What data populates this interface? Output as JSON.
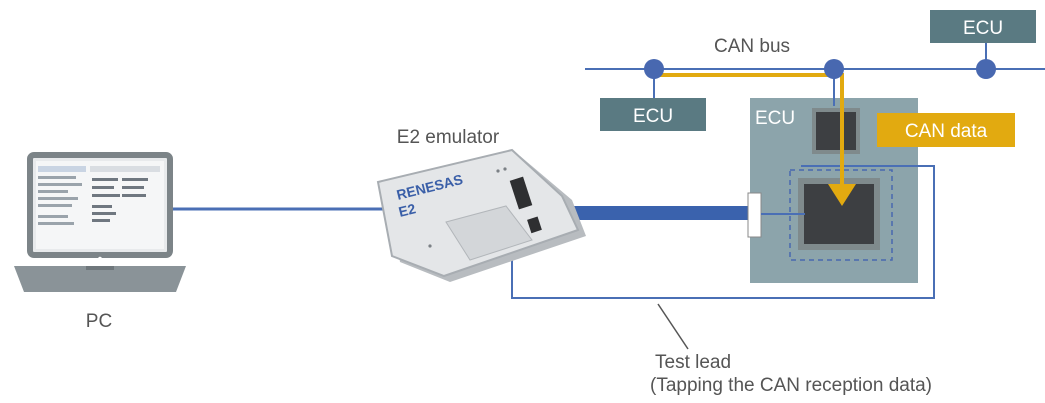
{
  "labels": {
    "can_bus": "CAN bus",
    "e2_emulator": "E2 emulator",
    "pc": "PC",
    "ecu_top_right": "ECU",
    "ecu_left": "ECU",
    "ecu_target": "ECU",
    "can_data": "CAN data",
    "test_lead_line1": "Test lead",
    "test_lead_line2": "(Tapping the CAN reception data)"
  },
  "emulator": {
    "brand": "RENESAS",
    "model": "E2"
  },
  "colors": {
    "bus_blue": "#4a6fb5",
    "node_blue": "#4868b0",
    "ecu_box": "#5a7a82",
    "ecu_board": "#8ca4ab",
    "can_data_gold": "#e2aa10",
    "chip_dark": "#3d3f42",
    "text_gray": "#555555"
  },
  "icons": {
    "pc": "laptop-icon",
    "emulator": "e2-emulator-device-icon",
    "mcu": "microcontroller-chip-icon"
  }
}
